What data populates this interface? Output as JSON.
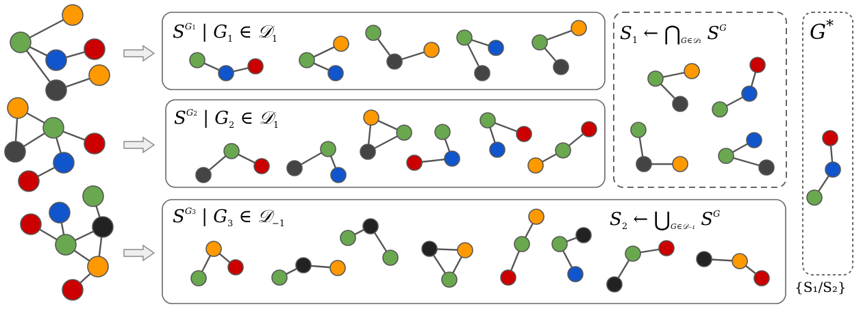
{
  "colors": {
    "green": "#6aa84f",
    "blue": "#1155cc",
    "red": "#cc0000",
    "orange": "#ff9900",
    "gray": "#444444",
    "black": "#222222",
    "edge": "#555555",
    "box": "#666666",
    "arrow_fill": "#eeeeee"
  },
  "labels": {
    "g1_s": "S",
    "g1_sup": "G",
    "g1_sup_sub": "1",
    "g1_bar": "|",
    "g1_g": "G",
    "g1_g_sub": "1",
    "g1_in": "∈",
    "g1_d": "𝒟",
    "g1_d_sub": "1",
    "g2_s": "S",
    "g2_sup": "G",
    "g2_sup_sub": "2",
    "g2_bar": "|",
    "g2_g": "G",
    "g2_g_sub": "2",
    "g2_in": "∈",
    "g2_d": "𝒟",
    "g2_d_sub": "1",
    "g3_s": "S",
    "g3_sup": "G",
    "g3_sup_sub": "3",
    "g3_bar": "|",
    "g3_g": "G",
    "g3_g_sub": "3",
    "g3_in": "∈",
    "g3_d": "𝒟",
    "g3_d_sub": "−1",
    "s1_s": "S",
    "s1_sub": "1",
    "s1_arrow": "←",
    "s1_op": "⋂",
    "s1_op_sub": "G∈𝒟₁",
    "s1_sg": "S",
    "s1_sg_sup": "G",
    "s2_s": "S",
    "s2_sub": "2",
    "s2_arrow": "←",
    "s2_op": "⋃",
    "s2_op_sub": "G∈𝒟₋₁",
    "s2_sg": "S",
    "s2_sg_sup": "G",
    "gstar": "G",
    "gstar_sup": "*",
    "caption": "{S₁/S₂}"
  }
}
